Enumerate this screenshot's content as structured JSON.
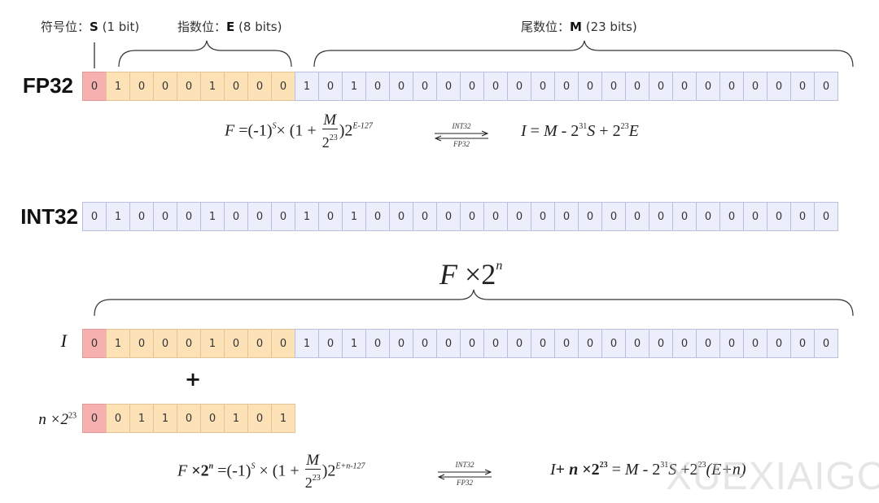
{
  "labels": {
    "sign": {
      "prefix": "符号位：",
      "symbol": "S",
      "suffix": " (1 bit)"
    },
    "exponent": {
      "prefix": "指数位：",
      "symbol": "E",
      "suffix": " (8 bits)"
    },
    "mantissa": {
      "prefix": "尾数位：",
      "symbol": "M",
      "suffix": " (23 bits)"
    }
  },
  "rows": {
    "fp32": {
      "label": "FP32",
      "bits": "01000100010100000000000000000000"
    },
    "int32": {
      "label": "INT32",
      "bits": "01000100010100000000000000000000"
    },
    "i": {
      "label": "I",
      "bits": "01000100010100000000000000000000"
    },
    "n": {
      "label": "n ×2",
      "label_sup": "23",
      "bits": "001100101"
    }
  },
  "formulas": {
    "f1": {
      "lhs": "F",
      "eq": " =(-1)",
      "sup_s": "S",
      "times": "×",
      "paren": " (1 + ",
      "frac_num": "M",
      "frac_den": "2",
      "frac_den_sup": "23",
      "close": ")2",
      "exp": "E-127"
    },
    "i1": {
      "lhs": "I",
      "eq": " = ",
      "m": "M",
      "minus": " - 2",
      "sup31": "31",
      "s": "S",
      "plus": " + 2",
      "sup23": "23",
      "e": "E"
    },
    "big": {
      "f": "F",
      "times": " ×2",
      "sup": "n"
    },
    "f2": {
      "lhs": "F",
      "times": " ×2",
      "sup_n": "n",
      "eq": " =(-1)",
      "sup_s": "S",
      "times2": " × ",
      "paren": "(1 + ",
      "frac_num": "M",
      "frac_den": "2",
      "frac_den_sup": "23",
      "close": ")2",
      "exp": "E+n-127"
    },
    "i2": {
      "lhs": "I",
      "plus": "+ ",
      "n": "n",
      "times": " ×2",
      "sup23a": "23",
      "eq": " = ",
      "m": "M",
      "minus": " - 2",
      "sup31": "31",
      "s": "S",
      "plus2": " +2",
      "sup23b": "23",
      "tail": "(E+n)"
    }
  },
  "arrows": {
    "top": "INT32",
    "bottom": "FP32"
  },
  "plus_sign": "+",
  "watermark": "XUEXIAIGC",
  "colors": {
    "sign": "#f6b0b0",
    "exponent": "#fde2b8",
    "mantissa": "#eceefc",
    "border": "#b9bfe0"
  }
}
